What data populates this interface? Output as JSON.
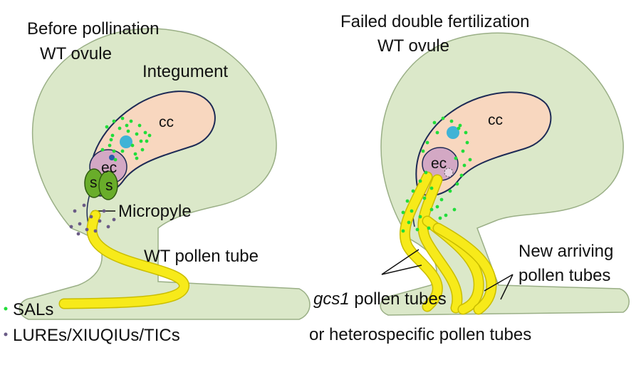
{
  "colors": {
    "ovule_fill": "#dbe8c9",
    "ovule_stroke": "#9aaf86",
    "central_cell_fill": "#f8d7bf",
    "egg_cell_fill": "#d3a8c4",
    "sperm_fill": "#69ad2a",
    "nucleus": "#3fb3d6",
    "pollen_tube": "#f7ea1a",
    "pollen_tube_edge": "#c9bd00",
    "sal_dot": "#22dd3a",
    "lure_dot": "#6a5b86"
  },
  "left_panel": {
    "title_line1": "Before pollination",
    "title_line2": "WT ovule",
    "integument": "Integument",
    "central_cell": "cc",
    "egg_cell": "ec",
    "sperm_a": "s",
    "sperm_b": "s",
    "micropyle": "Micropyle",
    "pollen_tube": "WT pollen tube"
  },
  "right_panel": {
    "title_line1": "Failed double fertilization",
    "title_line2": "WT ovule",
    "central_cell": "cc",
    "egg_cell": "ec",
    "new_tubes_line1": "New arriving",
    "new_tubes_line2": "pollen tubes",
    "gcs1_italic": "gcs1",
    "gcs1_rest": " pollen tubes",
    "heterospecific": "or heterospecific pollen tubes"
  },
  "legend": {
    "sals": "SALs",
    "lures": "LUREs/XIUQIUs/TICs"
  }
}
